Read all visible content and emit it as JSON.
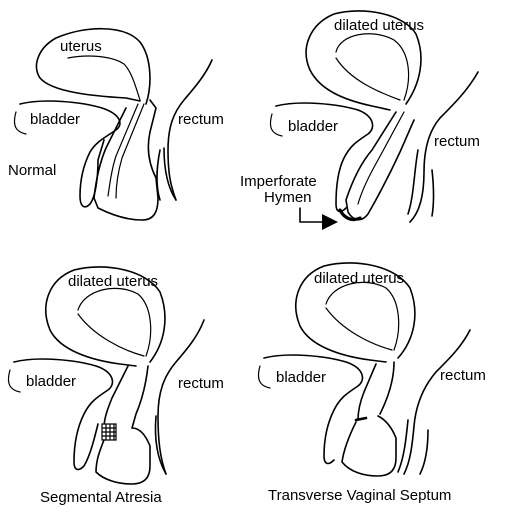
{
  "panels": [
    {
      "caption": "Normal",
      "labels": {
        "uterus": "uterus",
        "bladder": "bladder",
        "rectum": "rectum"
      }
    },
    {
      "caption": "Imperforate Hymen",
      "caption_lines": [
        "Imperforate",
        "Hymen"
      ],
      "labels": {
        "uterus": "dilated uterus",
        "bladder": "bladder",
        "rectum": "rectum"
      }
    },
    {
      "caption": "Segmental Atresia",
      "labels": {
        "uterus": "dilated uterus",
        "bladder": "bladder",
        "rectum": "rectum"
      }
    },
    {
      "caption": "Transverse Vaginal Septum",
      "labels": {
        "uterus": "dilated uterus",
        "bladder": "bladder",
        "rectum": "rectum"
      }
    }
  ],
  "colors": {
    "line": "#000000",
    "background": "#ffffff"
  }
}
